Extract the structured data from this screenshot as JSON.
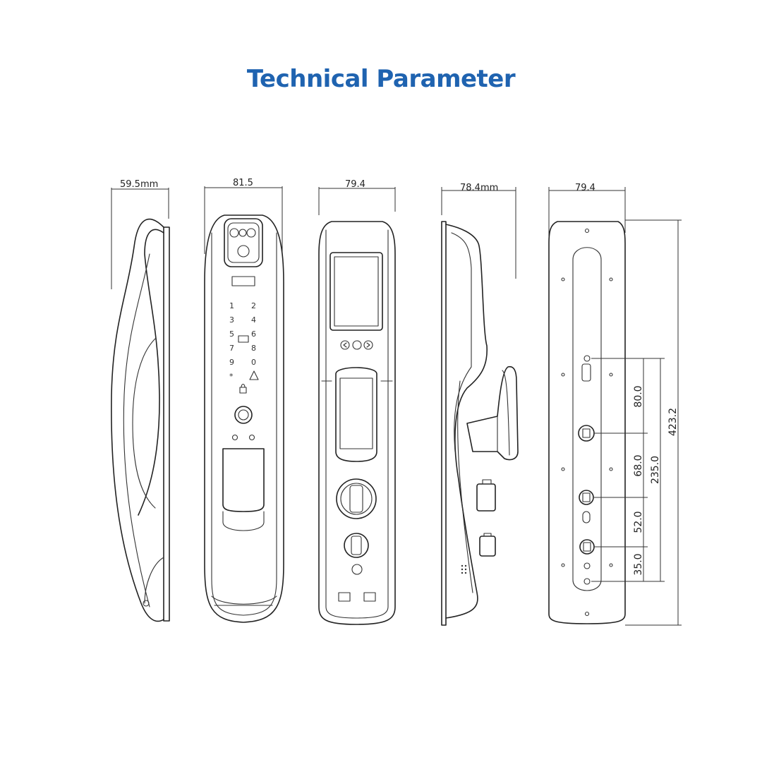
{
  "title": "Technical Parameter",
  "views": {
    "side_left": {
      "width_label": "59.5mm"
    },
    "front": {
      "width_label": "81.5"
    },
    "back": {
      "width_label": "79.4"
    },
    "side_right": {
      "width_label": "78.4mm"
    },
    "mount_plate": {
      "width_label": "79.4",
      "total_height_label": "423.2",
      "span_label": "235.0",
      "segments": [
        "80.0",
        "68.0",
        "52.0",
        "35.0"
      ]
    }
  },
  "keypad": {
    "keys": [
      "1",
      "2",
      "3",
      "4",
      "5",
      "6",
      "7",
      "8",
      "9",
      "0",
      "*"
    ]
  },
  "colors": {
    "title": "#1f63b0",
    "line": "#222222"
  }
}
